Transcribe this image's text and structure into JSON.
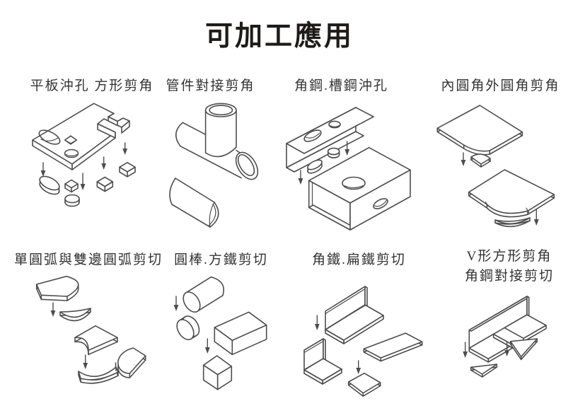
{
  "title": "可加工應用",
  "colors": {
    "background": "#ffffff",
    "line": "#4d4d4d",
    "title_text": "#1f1b18",
    "label_text": "#333333"
  },
  "panels": [
    {
      "label": "平板沖孔 方形剪角"
    },
    {
      "label": "管件對接剪角"
    },
    {
      "label": "角鋼.槽鋼沖孔"
    },
    {
      "label": "內圓角外圓角剪角"
    },
    {
      "label": "單圓弧與雙邊圓弧剪切"
    },
    {
      "label": "圓棒.方鐵剪切"
    },
    {
      "label": "角鐵.扁鐵剪切"
    },
    {
      "label": "V形方形剪角",
      "label_line2": "角鋼對接剪切"
    }
  ]
}
